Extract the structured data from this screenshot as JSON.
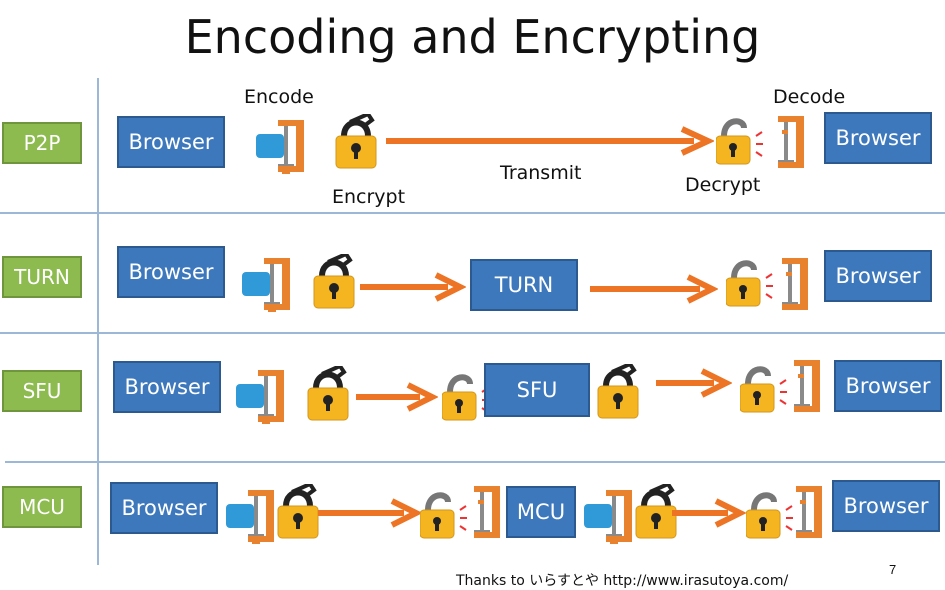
{
  "title": "Encoding and Encrypting",
  "labels": {
    "encode": "Encode",
    "encrypt": "Encrypt",
    "transmit": "Transmit",
    "decrypt": "Decrypt",
    "decode": "Decode"
  },
  "rows": [
    {
      "name": "P2P",
      "nodes": [
        "Browser",
        "Browser"
      ]
    },
    {
      "name": "TURN",
      "nodes": [
        "Browser",
        "TURN",
        "Browser"
      ]
    },
    {
      "name": "SFU",
      "nodes": [
        "Browser",
        "SFU",
        "Browser"
      ]
    },
    {
      "name": "MCU",
      "nodes": [
        "Browser",
        "MCU",
        "Browser"
      ]
    }
  ],
  "footer": "Thanks to いらすとや http://www.irasutoya.com/",
  "page_number": "7",
  "colors": {
    "arrow": "#ec7424",
    "node": "#3d78bd",
    "row_label": "#8dbb4f",
    "lock": "#f5b521",
    "clamp": "#e8822e",
    "compressed_block": "#2f9ad7"
  }
}
